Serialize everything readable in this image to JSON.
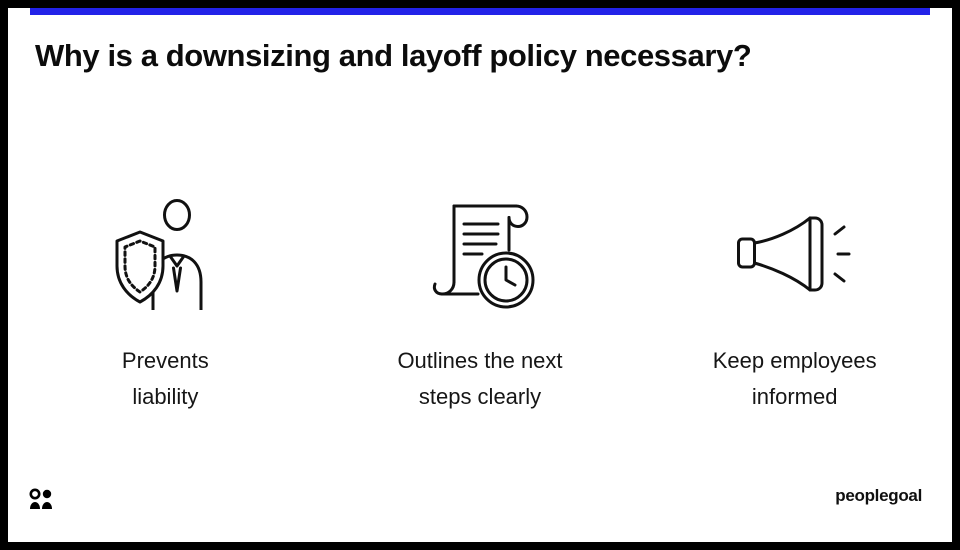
{
  "slide": {
    "title": "Why is a downsizing and layoff policy necessary?",
    "colors": {
      "accent": "#2222e8",
      "frame": "#000000",
      "background": "#ffffff",
      "text": "#111111"
    },
    "items": [
      {
        "icon": "shield-person-icon",
        "label": "Prevents liability"
      },
      {
        "icon": "scroll-clock-icon",
        "label": "Outlines the next steps clearly"
      },
      {
        "icon": "megaphone-icon",
        "label": "Keep employees informed"
      }
    ],
    "footer": {
      "logo_mark": "peoplegoal-mark-icon",
      "logo_text": "peoplegoal"
    }
  }
}
